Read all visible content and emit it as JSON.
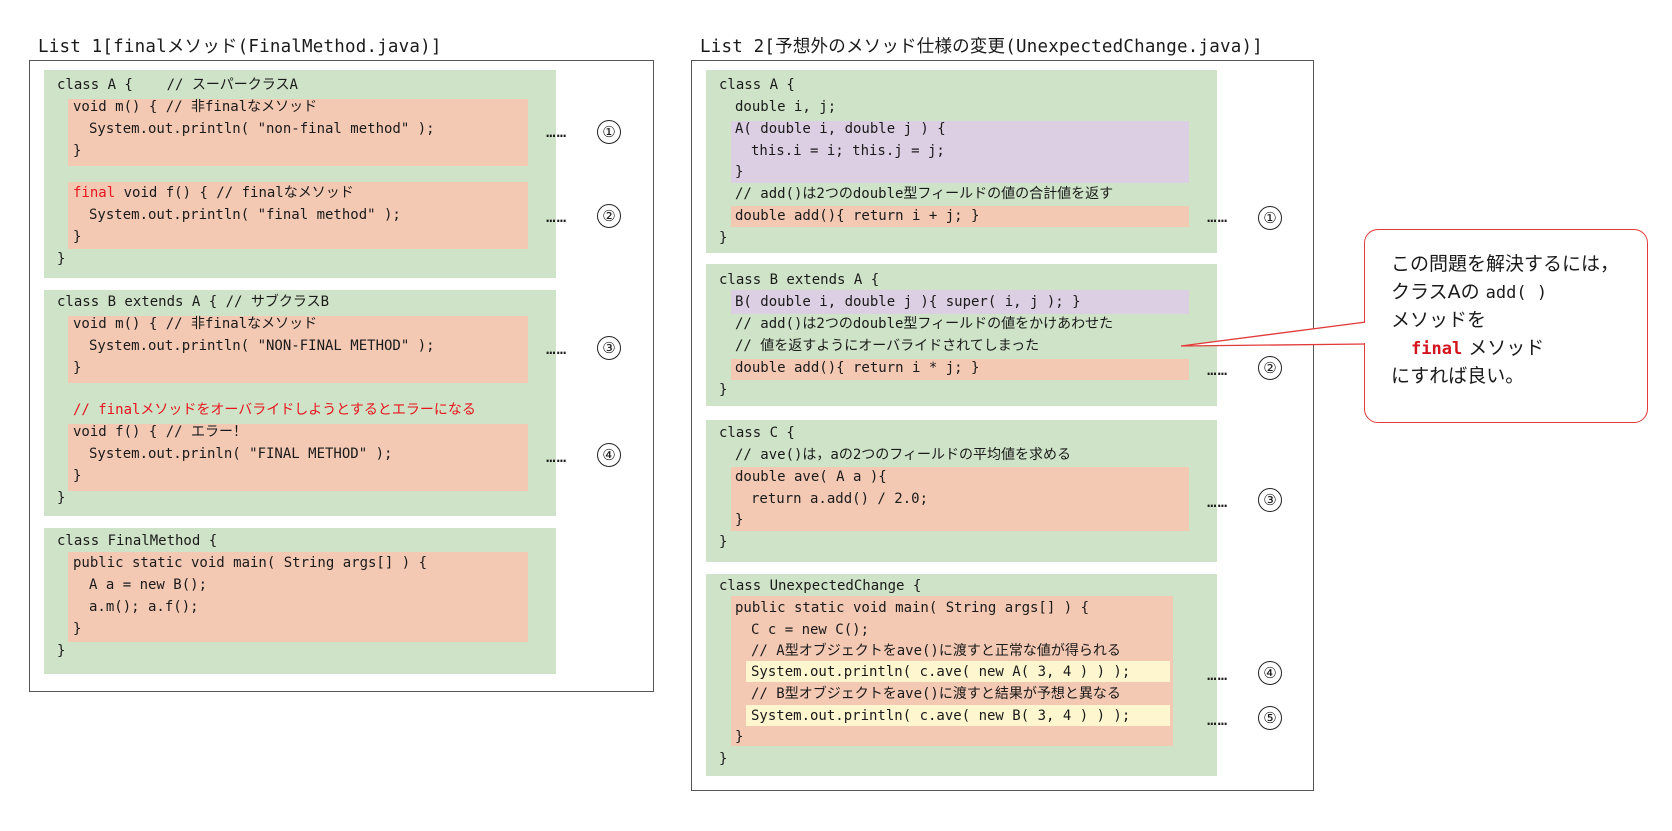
{
  "list1": {
    "title": "List 1[finalメソッド(FinalMethod.java)]",
    "classA": {
      "header": "class A {    // スーパークラスA",
      "m_sig": "void m() { // 非finalなメソッド",
      "m_body": "System.out.println( \"non-final method\" );",
      "m_close": "}",
      "f_kw": "final",
      "f_sig": " void f() { // finalなメソッド",
      "f_body": "System.out.println( \"final method\" );",
      "f_close": "}",
      "close": "}"
    },
    "classB": {
      "header": "class B extends A { // サブクラスB",
      "m_sig": "void m() { // 非finalなメソッド",
      "m_body": "System.out.println( \"NON-FINAL METHOD\" );",
      "m_close": "}",
      "comment": "// finalメソッドをオーバライドしようとするとエラーになる",
      "f_sig": "void f() { // エラー！",
      "f_body": "System.out.prinln( \"FINAL METHOD\" );",
      "f_close": "}",
      "close": "}"
    },
    "classMain": {
      "header": "class FinalMethod {",
      "sig": "public static void main( String args[] ) {",
      "l1": "A a = new B();",
      "l2": "a.m(); a.f();",
      "inner_close": "}",
      "close": "}"
    },
    "markers": [
      "①",
      "②",
      "③",
      "④"
    ]
  },
  "list2": {
    "title": "List 2[予想外のメソッド仕様の変更(UnexpectedChange.java)]",
    "classA": {
      "header": "class A {",
      "fields": "double i, j;",
      "ctor_sig": "A( double i, double j ) {",
      "ctor_body": "this.i = i; this.j = j;",
      "ctor_close": "}",
      "comment": "// add()は2つのdouble型フィールドの値の合計値を返す",
      "add": "double add(){ return i + j; }",
      "close": "}"
    },
    "classB": {
      "header": "class B extends A {",
      "ctor": "B( double i, double j ){ super( i, j ); }",
      "comment1": "// add()は2つのdouble型フィールドの値をかけあわせた",
      "comment2": "// 値を返すようにオーバライドされてしまった",
      "add": "double add(){ return i * j; }",
      "close": "}"
    },
    "classC": {
      "header": "class C {",
      "comment": "// ave()は，aの2つのフィールドの平均値を求める",
      "sig": "double ave( A a ){",
      "body": "return a.add() / 2.0;",
      "inner_close": "}",
      "close": "}"
    },
    "classMain": {
      "header": "class UnexpectedChange {",
      "sig": "public static void main( String args[] ) {",
      "l1": "C c = new C();",
      "c1": "// A型オブジェクトをave()に渡すと正常な値が得られる",
      "p1": "System.out.println( c.ave( new A( 3, 4 ) ) );",
      "c2": "// B型オブジェクトをave()に渡すと結果が予想と異なる",
      "p2": "System.out.println( c.ave( new B( 3, 4 ) ) );",
      "inner_close": "}",
      "close": "}"
    },
    "markers": [
      "①",
      "②",
      "③",
      "④",
      "⑤"
    ]
  },
  "note": {
    "line1": "この問題を解決するには，",
    "line2a": "クラスAの ",
    "line2b": "add( )",
    "line3": "メソッドを",
    "line4a": "final",
    "line4b": " メソッド",
    "line5": "にすれば良い。"
  },
  "dots": "……",
  "colors": {
    "block_green": "#cfe3c8",
    "code_salmon": "#f4c9b4",
    "code_purple": "#ddcfe3",
    "code_yellow": "#fdf6cf",
    "keyword_red": "#e8141e",
    "note_border": "#e23a3a"
  }
}
